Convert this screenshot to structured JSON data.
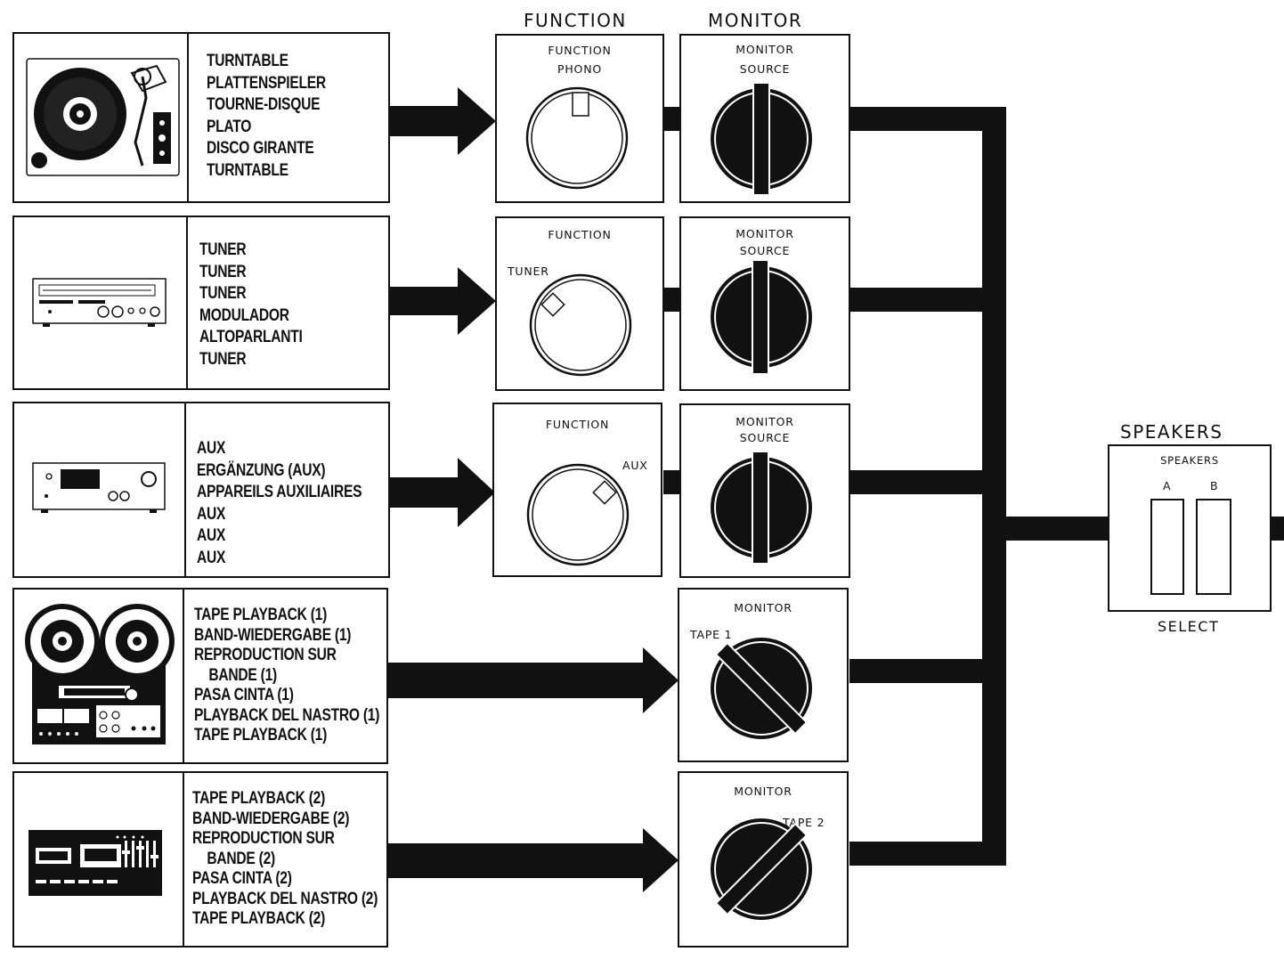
{
  "headings": {
    "function": "FUNCTION",
    "monitor": "MONITOR",
    "speakers": "SPEAKERS"
  },
  "sources": [
    {
      "id": "turntable",
      "labels": [
        "TURNTABLE",
        "PLATTENSPIELER",
        "TOURNE-DISQUE",
        "PLATO",
        "DISCO GIRANTE",
        "TURNTABLE"
      ]
    },
    {
      "id": "tuner",
      "labels": [
        "TUNER",
        "TUNER",
        "TUNER",
        "MODULADOR",
        "ALTOPARLANTI",
        "TUNER"
      ]
    },
    {
      "id": "aux",
      "labels": [
        "AUX",
        "ERGÄNZUNG (AUX)",
        "APPAREILS AUXILIAIRES",
        "AUX",
        "AUX",
        "AUX"
      ]
    },
    {
      "id": "tape1",
      "labels": [
        "TAPE PLAYBACK (1)",
        "BAND-WIEDERGABE (1)",
        "REPRODUCTION SUR",
        "   BANDE (1)",
        "PASA CINTA (1)",
        "PLAYBACK DEL NASTRO (1)",
        "TAPE PLAYBACK (1)"
      ]
    },
    {
      "id": "tape2",
      "labels": [
        "TAPE PLAYBACK (2)",
        "BAND-WIEDERGABE (2)",
        "REPRODUCTION SUR",
        "   BANDE (2)",
        "PASA CINTA (2)",
        "PLAYBACK DEL NASTRO (2)",
        "TAPE PLAYBACK (2)"
      ]
    }
  ],
  "function_panels": [
    {
      "title": "FUNCTION",
      "position_label": "PHONO"
    },
    {
      "title": "FUNCTION",
      "position_label": "TUNER"
    },
    {
      "title": "FUNCTION",
      "position_label": "AUX"
    }
  ],
  "monitor_panels": [
    {
      "title": "MONITOR",
      "position_label": "SOURCE"
    },
    {
      "title": "MONITOR",
      "position_label": "SOURCE"
    },
    {
      "title": "MONITOR",
      "position_label": "SOURCE"
    },
    {
      "title": "MONITOR",
      "position_label": "TAPE 1"
    },
    {
      "title": "MONITOR",
      "position_label": "TAPE 2"
    }
  ],
  "speakers_panel": {
    "title": "SPEAKERS",
    "switch_a": "A",
    "switch_b": "B",
    "caption": "SELECT"
  },
  "icons": [
    "turntable-icon",
    "tuner-icon",
    "amplifier-icon",
    "reel-to-reel-deck-icon",
    "cassette-deck-icon",
    "rotary-knob-icon",
    "arrow-right-icon"
  ]
}
